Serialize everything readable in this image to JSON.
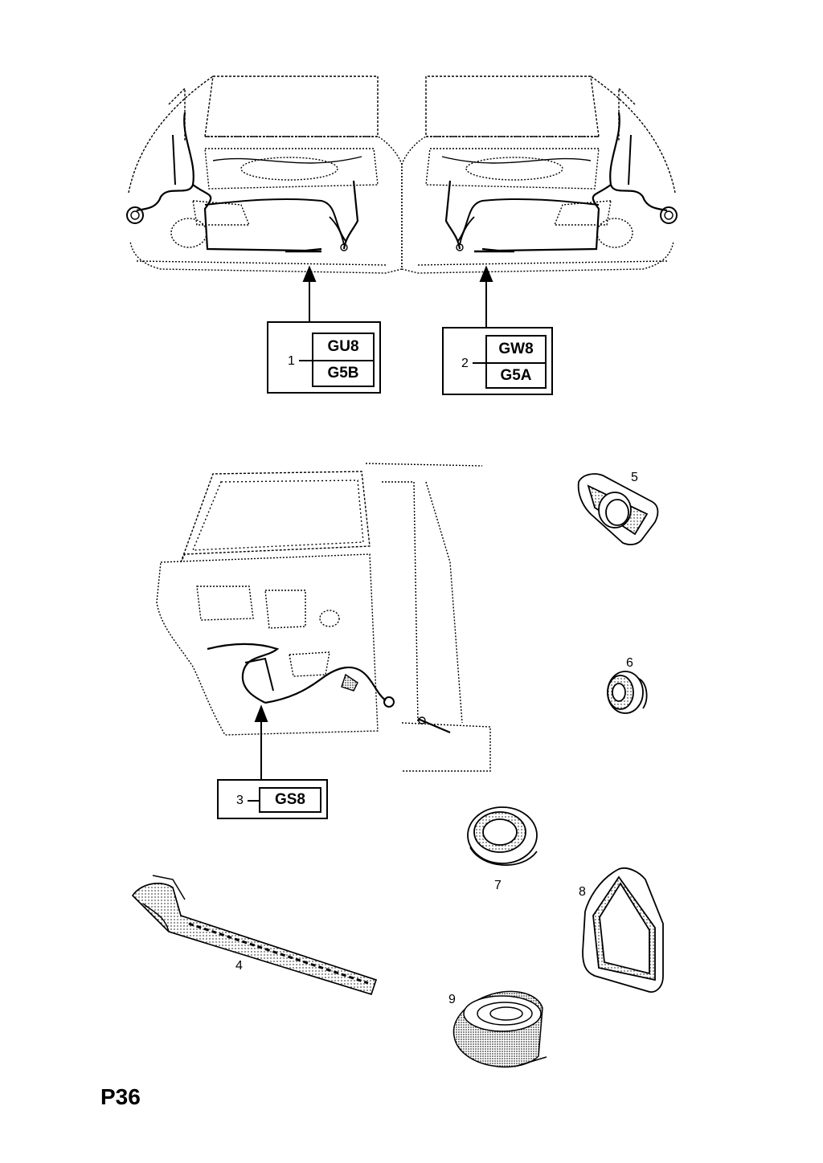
{
  "callouts": {
    "box1": {
      "index": "1",
      "codes": [
        "GU8",
        "G5B"
      ]
    },
    "box2": {
      "index": "2",
      "codes": [
        "GW8",
        "G5A"
      ]
    },
    "box3": {
      "index": "3",
      "codes": [
        "GS8"
      ]
    }
  },
  "part_numbers": [
    "4",
    "5",
    "6",
    "7",
    "8",
    "9"
  ],
  "page_label": "P36"
}
